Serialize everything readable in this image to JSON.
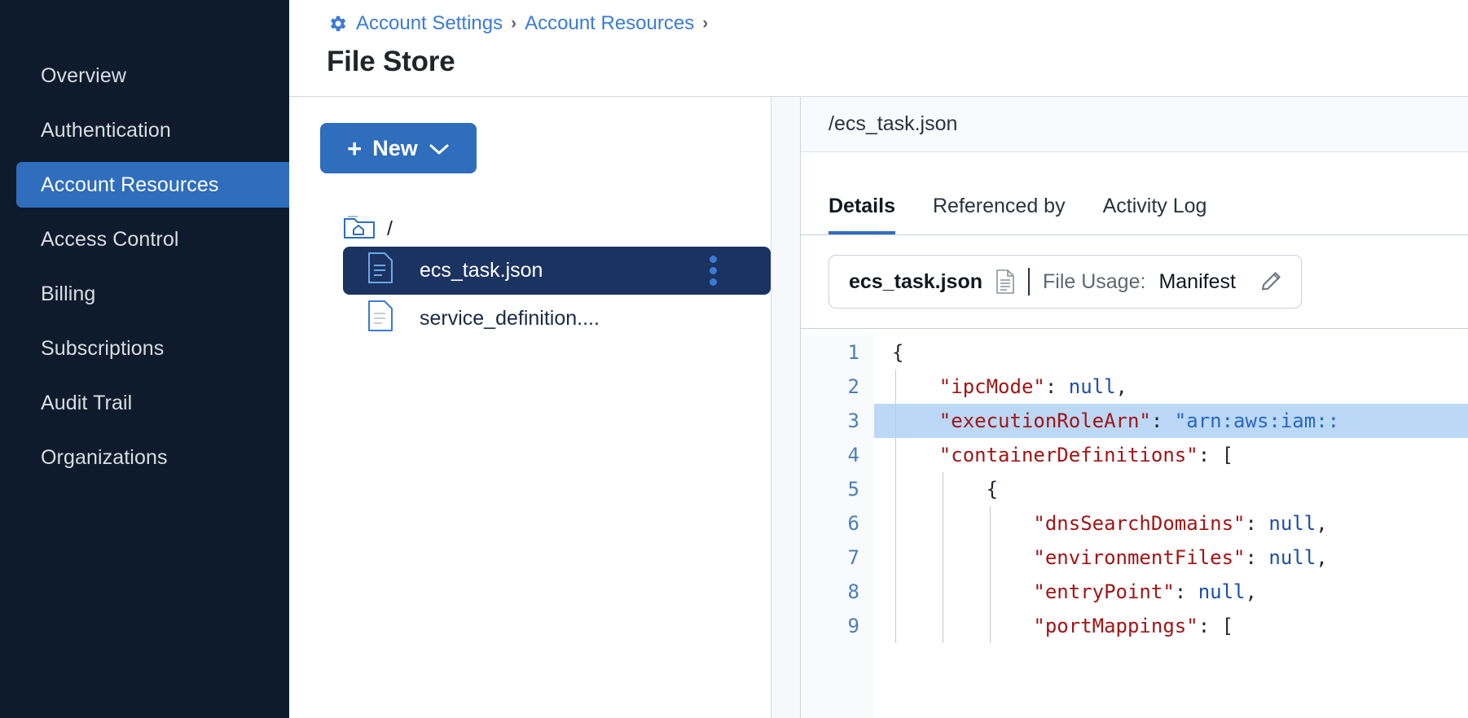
{
  "sidebar": {
    "items": [
      {
        "label": "Overview",
        "active": false
      },
      {
        "label": "Authentication",
        "active": false
      },
      {
        "label": "Account Resources",
        "active": true
      },
      {
        "label": "Access Control",
        "active": false
      },
      {
        "label": "Billing",
        "active": false
      },
      {
        "label": "Subscriptions",
        "active": false
      },
      {
        "label": "Audit Trail",
        "active": false
      },
      {
        "label": "Organizations",
        "active": false
      }
    ]
  },
  "header": {
    "gear_icon": "gear-icon",
    "breadcrumb": [
      {
        "label": "Account Settings",
        "link": true
      },
      {
        "label": "Account Resources",
        "link": true
      }
    ],
    "separator": "›",
    "title": "File Store"
  },
  "tree_pane": {
    "new_button": {
      "plus": "+",
      "label": "New",
      "caret": "chevron-down-icon"
    },
    "root": {
      "icon": "home-folder-icon",
      "label": "/"
    },
    "files": [
      {
        "name": "ecs_task.json",
        "icon": "file-icon",
        "selected": true,
        "menu": "kebab-menu-icon"
      },
      {
        "name": "service_definition....",
        "icon": "file-icon",
        "selected": false,
        "menu": ""
      }
    ]
  },
  "details_pane": {
    "file_path": "/ecs_task.json",
    "tabs": [
      {
        "label": "Details",
        "active": true
      },
      {
        "label": "Referenced by",
        "active": false
      },
      {
        "label": "Activity Log",
        "active": false
      }
    ],
    "usage_chip": {
      "file_name": "ecs_task.json",
      "file_icon": "document-icon",
      "usage_label": "File Usage:",
      "usage_value": "Manifest",
      "edit_icon": "pencil-icon"
    }
  },
  "code": {
    "language": "json",
    "highlighted_line": 3,
    "lines": [
      {
        "n": 1,
        "indent": 0,
        "text": "{",
        "segments": [
          {
            "t": "{",
            "c": "p"
          }
        ]
      },
      {
        "n": 2,
        "indent": 1,
        "text": "    \"ipcMode\": null,",
        "segments": [
          {
            "t": "\"ipcMode\"",
            "c": "k"
          },
          {
            "t": ": ",
            "c": "p"
          },
          {
            "t": "null",
            "c": "v-null"
          },
          {
            "t": ",",
            "c": "p"
          }
        ]
      },
      {
        "n": 3,
        "indent": 1,
        "text": "    \"executionRoleArn\": \"arn:aws:iam::",
        "segments": [
          {
            "t": "\"executionRoleArn\"",
            "c": "k"
          },
          {
            "t": ": ",
            "c": "p"
          },
          {
            "t": "\"arn:aws:iam::",
            "c": "v-str"
          }
        ]
      },
      {
        "n": 4,
        "indent": 1,
        "text": "    \"containerDefinitions\": [",
        "segments": [
          {
            "t": "\"containerDefinitions\"",
            "c": "k"
          },
          {
            "t": ": [",
            "c": "p"
          }
        ]
      },
      {
        "n": 5,
        "indent": 2,
        "text": "        {",
        "segments": [
          {
            "t": "{",
            "c": "p"
          }
        ]
      },
      {
        "n": 6,
        "indent": 3,
        "text": "            \"dnsSearchDomains\": null,",
        "segments": [
          {
            "t": "\"dnsSearchDomains\"",
            "c": "k"
          },
          {
            "t": ": ",
            "c": "p"
          },
          {
            "t": "null",
            "c": "v-null"
          },
          {
            "t": ",",
            "c": "p"
          }
        ]
      },
      {
        "n": 7,
        "indent": 3,
        "text": "            \"environmentFiles\": null,",
        "segments": [
          {
            "t": "\"environmentFiles\"",
            "c": "k"
          },
          {
            "t": ": ",
            "c": "p"
          },
          {
            "t": "null",
            "c": "v-null"
          },
          {
            "t": ",",
            "c": "p"
          }
        ]
      },
      {
        "n": 8,
        "indent": 3,
        "text": "            \"entryPoint\": null,",
        "segments": [
          {
            "t": "\"entryPoint\"",
            "c": "k"
          },
          {
            "t": ": ",
            "c": "p"
          },
          {
            "t": "null",
            "c": "v-null"
          },
          {
            "t": ",",
            "c": "p"
          }
        ]
      },
      {
        "n": 9,
        "indent": 3,
        "text": "            \"portMappings\": [",
        "segments": [
          {
            "t": "\"portMappings\"",
            "c": "k"
          },
          {
            "t": ": [",
            "c": "p"
          }
        ]
      }
    ]
  },
  "colors": {
    "sidebar_bg": "#0e1b2d",
    "accent_blue": "#2f6dbd",
    "link_blue": "#3a7bd5",
    "selected_row": "#1b3360",
    "code_key": "#a01515",
    "code_value": "#1c4ea8",
    "highlight_line": "#bcd8f7"
  }
}
